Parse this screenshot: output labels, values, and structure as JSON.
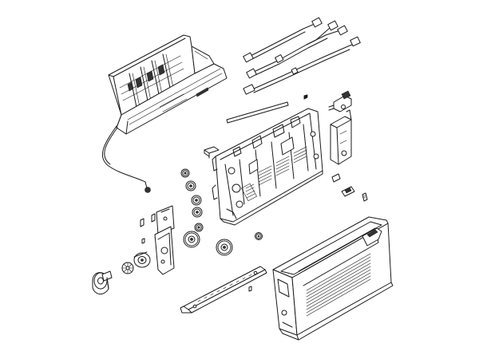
{
  "diagram": {
    "type": "exploded-parts-view",
    "style": "line-art",
    "colors": {
      "line": "#1a1a1a",
      "background": "#ffffff",
      "shade": "#d9d9d9"
    },
    "parts": [
      "top-cover-assembly",
      "cover-cable",
      "wire-harness-1",
      "wire-harness-2",
      "wire-harness-3",
      "shaft",
      "small-spring",
      "sensor-assembly",
      "bracket-plate",
      "lever",
      "main-frame",
      "gears",
      "screws",
      "motor-bracket",
      "motor",
      "flywheel-gear",
      "encoder-disc",
      "motor-gear",
      "bottom-rail",
      "right-side-cover"
    ]
  }
}
